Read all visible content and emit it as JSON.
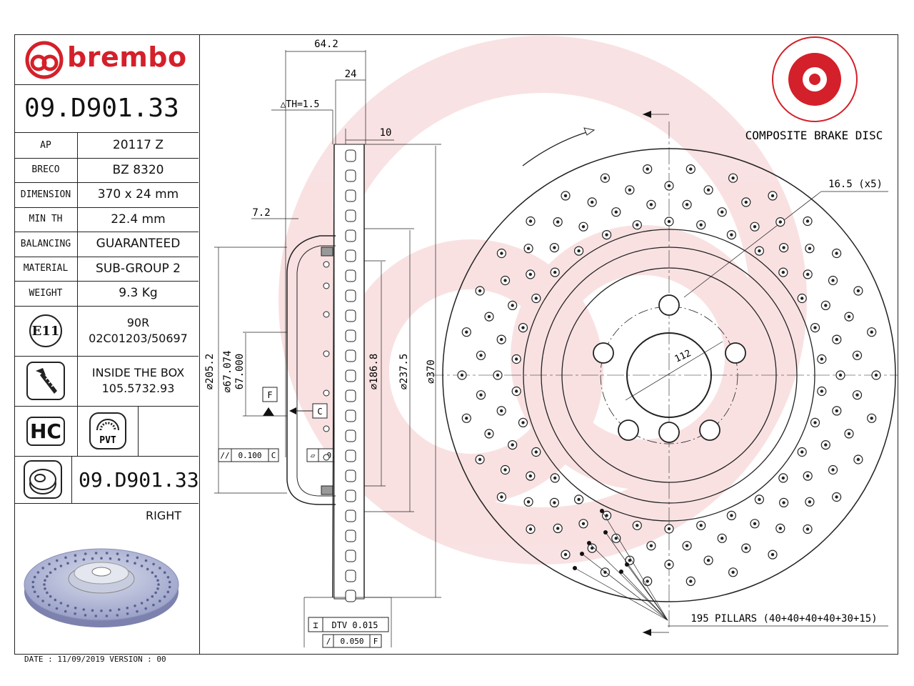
{
  "brand": {
    "name": "brembo",
    "color": "#d4202a"
  },
  "part_number": "09.D901.33",
  "specs": [
    {
      "key": "AP",
      "value": "20117 Z"
    },
    {
      "key": "BRECO",
      "value": "BZ 8320"
    },
    {
      "key": "DIMENSION",
      "value": "370 x 24 mm"
    },
    {
      "key": "MIN TH",
      "value": "22.4 mm"
    },
    {
      "key": "BALANCING",
      "value": "GUARANTEED"
    },
    {
      "key": "MATERIAL",
      "value": "SUB-GROUP 2"
    },
    {
      "key": "WEIGHT",
      "value": "9.3 Kg"
    }
  ],
  "approval": {
    "badge": "E11",
    "line1": "90R",
    "line2": "02C01203/50697"
  },
  "box": {
    "line1": "INSIDE THE BOX",
    "line2": "105.5732.93"
  },
  "icons": {
    "hc": "HC",
    "pvt": "PVT"
  },
  "part_number_bottom": "09.D901.33",
  "side": "RIGHT",
  "footer": "DATE : 11/09/2019 VERSION : 00",
  "drawing": {
    "title": "COMPOSITE BRAKE DISC",
    "dims": {
      "width_total": "64.2",
      "thickness": "24",
      "th": "△TH=1.5",
      "ten": "10",
      "seven": "7.2",
      "d205": "⌀205.2",
      "d67074": "⌀67.074",
      "d67000": "67.000",
      "d186": "⌀186.8",
      "d237": "⌀237.5",
      "d370": "⌀370",
      "pcd": "112",
      "holes": "16.5 (x5)",
      "par": "0.100",
      "par_ref": "C",
      "flat": "0.050",
      "dtv": "DTV 0.015",
      "runout": "0.050",
      "runout_ref": "F",
      "datum_f": "F",
      "datum_c": "C",
      "pillars": "195 PILLARS (40+40+40+40+30+15)"
    }
  }
}
